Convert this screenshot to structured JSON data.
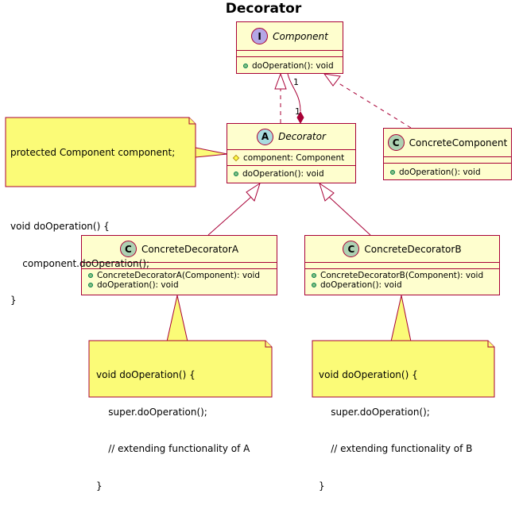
{
  "diagram": {
    "title": "Decorator",
    "classes": {
      "component": {
        "stereotype": "I",
        "name": "Component",
        "methods": [
          "doOperation(): void"
        ]
      },
      "decorator": {
        "stereotype": "A",
        "name": "Decorator",
        "fields": [
          "component: Component"
        ],
        "methods": [
          "doOperation(): void"
        ]
      },
      "concrete_component": {
        "stereotype": "C",
        "name": "ConcreteComponent",
        "methods": [
          "doOperation(): void"
        ]
      },
      "concrete_decorator_a": {
        "stereotype": "C",
        "name": "ConcreteDecoratorA",
        "methods": [
          "ConcreteDecoratorA(Component): void",
          "doOperation(): void"
        ]
      },
      "concrete_decorator_b": {
        "stereotype": "C",
        "name": "ConcreteDecoratorB",
        "methods": [
          "ConcreteDecoratorB(Component): void",
          "doOperation(): void"
        ]
      }
    },
    "notes": {
      "decorator_note": [
        "protected Component component;",
        "",
        "void doOperation() {",
        "    component.doOperation();",
        "}"
      ],
      "decorator_a_note": [
        "void doOperation() {",
        "    super.doOperation();",
        "    // extending functionality of A",
        "}"
      ],
      "decorator_b_note": [
        "void doOperation() {",
        "    super.doOperation();",
        "    // extending functionality of B",
        "}"
      ]
    },
    "multiplicities": {
      "component_end": "1",
      "decorator_end": "1"
    },
    "colors": {
      "class_fill": "#fefece",
      "class_border": "#a80036",
      "note_fill": "#fbfb77",
      "interface_badge": "#b4a7e5",
      "abstract_badge": "#a9dcdf",
      "class_badge": "#add1b2"
    }
  }
}
